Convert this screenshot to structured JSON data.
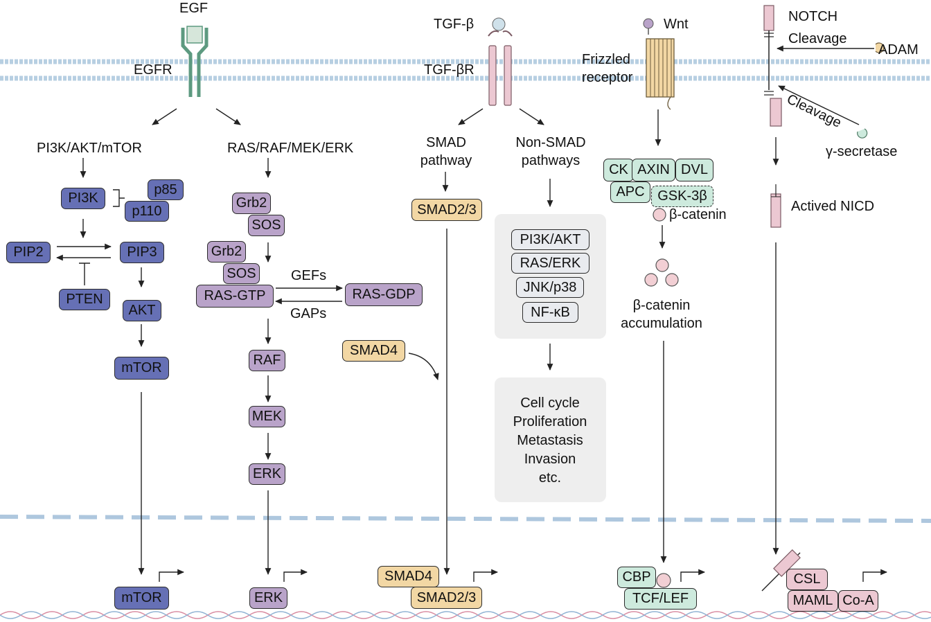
{
  "receptors": {
    "egf": "EGF",
    "egfr": "EGFR",
    "tgfb": "TGF-β",
    "tgfbr": "TGF-βR",
    "wnt": "Wnt",
    "frizzled_line1": "Frizzled",
    "frizzled_line2": "receptor",
    "notch": "NOTCH",
    "adam": "ADAM",
    "cleavage1": "Cleavage",
    "cleavage2": "Cleavage",
    "gamma_secretase": "γ-secretase"
  },
  "pi3k_path": {
    "title": "PI3K/AKT/mTOR",
    "pi3k": "PI3K",
    "p85": "p85",
    "p110": "p110",
    "pip2": "PIP2",
    "pip3": "PIP3",
    "pten": "PTEN",
    "akt": "AKT",
    "mtor": "mTOR",
    "mtor_nuclear": "mTOR"
  },
  "ras_path": {
    "title": "RAS/RAF/MEK/ERK",
    "grb2_a": "Grb2",
    "sos_a": "SOS",
    "grb2_b": "Grb2",
    "sos_b": "SOS",
    "ras_gtp": "RAS-GTP",
    "ras_gdp": "RAS-GDP",
    "gefs": "GEFs",
    "gaps": "GAPs",
    "raf": "RAF",
    "mek": "MEK",
    "erk": "ERK",
    "erk_nuclear": "ERK"
  },
  "smad_path": {
    "title_line1": "SMAD",
    "title_line2": "pathway",
    "smad23": "SMAD2/3",
    "smad4": "SMAD4",
    "smad4_nuclear": "SMAD4",
    "smad23_nuclear": "SMAD2/3"
  },
  "nonsmad_path": {
    "title_line1": "Non-SMAD",
    "title_line2": "pathways",
    "items": [
      "PI3K/AKT",
      "RAS/ERK",
      "JNK/p38",
      "NF-κB"
    ],
    "outcomes": [
      "Cell cycle",
      "Proliferation",
      "Metastasis",
      "Invasion",
      "etc."
    ]
  },
  "wnt_path": {
    "ck": "CK",
    "axin": "AXIN",
    "dvl": "DVL",
    "apc": "APC",
    "gsk3b": "GSK-3β",
    "bcatenin": "β-catenin",
    "accum_line1": "β-catenin",
    "accum_line2": "accumulation",
    "cbp": "CBP",
    "tcf_lef": "TCF/LEF"
  },
  "notch_path": {
    "nicd": "Actived NICD",
    "csl": "CSL",
    "maml": "MAML",
    "coa": "Co-A"
  },
  "colors": {
    "pi3k": "#6670b5",
    "ras": "#b9a3c9",
    "smad": "#f2d7a4",
    "nonsmad": "#e9ebef",
    "wnt": "#cdeadd",
    "notch": "#ecc8d2",
    "membrane": "#b7cfe2",
    "nuclear_envelope": "#aec7de",
    "dna_red": "#d98ca1",
    "dna_blue": "#8fb2d3"
  }
}
